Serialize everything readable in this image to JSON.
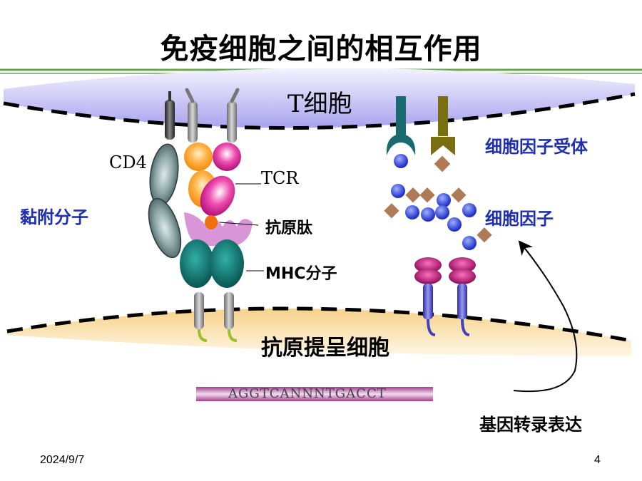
{
  "slide": {
    "title": "免疫细胞之间的相互作用",
    "date": "2024/9/7",
    "page_number": "4"
  },
  "labels": {
    "t_cell": "T细胞",
    "apc": "抗原提呈细胞",
    "cd4": "CD4",
    "tcr": "TCR",
    "peptide": "抗原肽",
    "mhc": "MHC分子",
    "adhesion": "黏附分子",
    "cytokine_receptor": "细胞因子受体",
    "cytokine": "细胞因子",
    "gene_expression": "基因转录表达",
    "dna_sequence": "AGGTCANNNTGACCT"
  },
  "colors": {
    "title_rule": "#6aa84f",
    "t_cell_membrane": "#b8b4f0",
    "apc_membrane": "#f0c070",
    "label_blue": "#1f2fb0",
    "tcr_alpha": "#f7931e",
    "tcr_beta": "#d4148c",
    "mhc": "#0f7f7a",
    "peptide_groove": "#d48ad4",
    "cytokine_circle": "#3a4fd8",
    "cytokine_diamond": "#b07a56",
    "receptor_teal": "#1a6b70",
    "receptor_olive": "#7a6f10",
    "apc_receptor": "#b0106c",
    "dna_bar": "#a04090"
  }
}
